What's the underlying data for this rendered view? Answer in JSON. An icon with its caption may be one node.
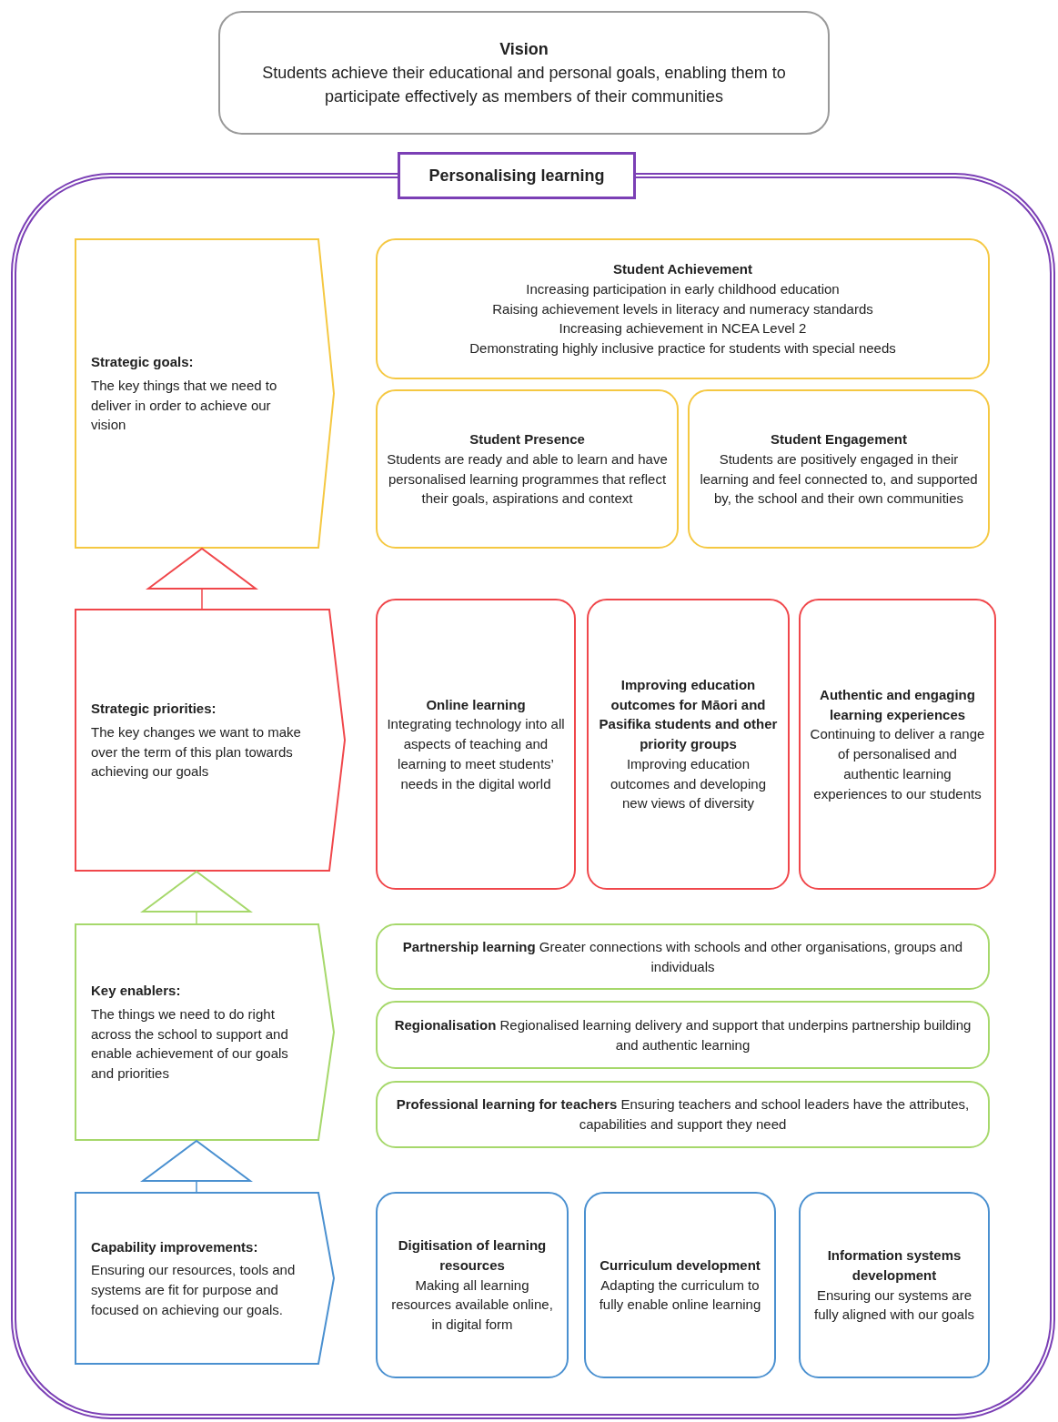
{
  "diagram": {
    "nodes": [
      {
        "text": [
          "Vision",
          "Students achieve their educational and personal goals, enabling them to participate effectively as members of their communities"
        ]
      },
      {
        "text": [
          "Personalising learning"
        ]
      },
      {
        "text": [
          "Strategic goals:",
          "The key things that we need to deliver in order to achieve our vision"
        ],
        "in": 1
      },
      {
        "text": [
          "Student Achievement",
          "Increasing participation in early childhood education",
          "Raising achievement levels in literacy and numeracy standards",
          "Increasing achievement in NCEA Level 2",
          "Demonstrating highly inclusive practice for students with special needs"
        ],
        "in": 1
      },
      {
        "text": [
          "Student Presence",
          "Students are ready and able to learn and have personalised learning programmes that reflect their goals, aspirations and context"
        ],
        "in": 1
      },
      {
        "text": [
          "Student Engagement",
          "Students are positively engaged in their learning and feel connected to, and supported by, the school and their own communities"
        ],
        "in": 1
      },
      {
        "text": [
          "Strategic priorities:",
          "The key changes we want to make over the term of this plan towards achieving our goals"
        ],
        "in": 1
      },
      {
        "text": [
          "Online learning",
          "Integrating technology into all aspects of teaching and learning to meet students’ needs in the digital world"
        ],
        "in": 1
      },
      {
        "text": [
          "Improving education outcomes for Māori and Pasifika students and other priority groups",
          "Improving education outcomes and developing new views of diversity"
        ],
        "in": 1
      },
      {
        "text": [
          "Authentic and engaging learning experiences",
          "Continuing to deliver a range of personalised and authentic learning experiences to our students"
        ],
        "in": 1
      },
      {
        "text": [
          "Key enablers:",
          "The things we need to do right across the school to support and enable achievement of our goals and priorities"
        ],
        "in": 1
      },
      {
        "text": [
          "**Partnership learning** Greater connections with schools and other organisations, groups and individuals"
        ],
        "in": 1
      },
      {
        "text": [
          "**Regionalisation** Regionalised learning delivery and support that underpins partnership building and authentic learning"
        ],
        "in": 1
      },
      {
        "text": [
          "**Professional learning for teachers** Ensuring teachers and school leaders have the attributes, capabilities and support they need"
        ],
        "in": 1
      },
      {
        "text": [
          "Capability improvements:",
          "Ensuring our resources, tools and systems are fit for purpose and focused on achieving our goals."
        ],
        "in": 1
      },
      {
        "text": [
          "Digitisation of learning resources",
          "Making all learning resources available online, in digital form"
        ],
        "in": 1
      },
      {
        "text": [
          "Curriculum development",
          "Adapting the curriculum to fully enable online learning"
        ],
        "in": 1
      },
      {
        "text": [
          "Information systems development",
          "Ensuring our systems are fully aligned with our goals"
        ],
        "in": 1
      }
    ],
    "edges": [
      {
        "from": 6,
        "to": 2,
        "arrow": "to",
        "color": "#f0474b"
      },
      {
        "from": 10,
        "to": 6,
        "arrow": "to",
        "color": "#a6d86b"
      },
      {
        "from": 14,
        "to": 10,
        "arrow": "to",
        "color": "#4a90d0"
      }
    ]
  }
}
